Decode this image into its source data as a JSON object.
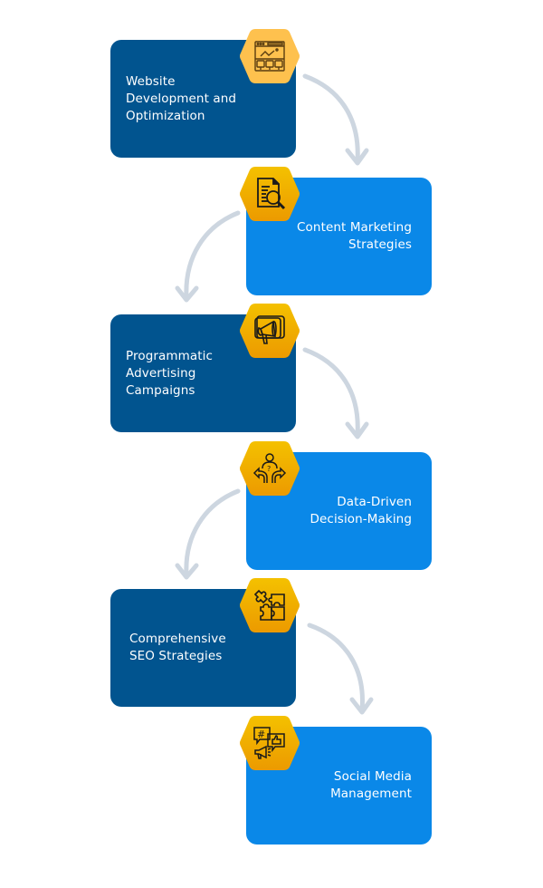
{
  "diagram": {
    "type": "flow",
    "colors": {
      "dark_box": "#01548f",
      "light_box": "#0a88e8",
      "hex_first": "#fec14e",
      "hex_top": "#f4c100",
      "hex_bottom": "#ec9a00",
      "arrow": "#cdd6e0",
      "icon_stroke": "#1a1a1a"
    },
    "steps": [
      {
        "label_lines": [
          "Website",
          "Development and",
          "Optimization"
        ],
        "icon": "website-analytics-icon",
        "side": "left"
      },
      {
        "label_lines": [
          "Content Marketing",
          "Strategies"
        ],
        "icon": "document-search-icon",
        "side": "right"
      },
      {
        "label_lines": [
          "Programmatic",
          "Advertising",
          "Campaigns"
        ],
        "icon": "megaphone-icon",
        "side": "left"
      },
      {
        "label_lines": [
          "Data-Driven",
          "Decision-Making"
        ],
        "icon": "decision-person-icon",
        "side": "right"
      },
      {
        "label_lines": [
          "Comprehensive",
          "SEO Strategies"
        ],
        "icon": "puzzle-icon",
        "side": "left"
      },
      {
        "label_lines": [
          "Social Media",
          "Management"
        ],
        "icon": "social-media-icon",
        "side": "right"
      }
    ]
  }
}
